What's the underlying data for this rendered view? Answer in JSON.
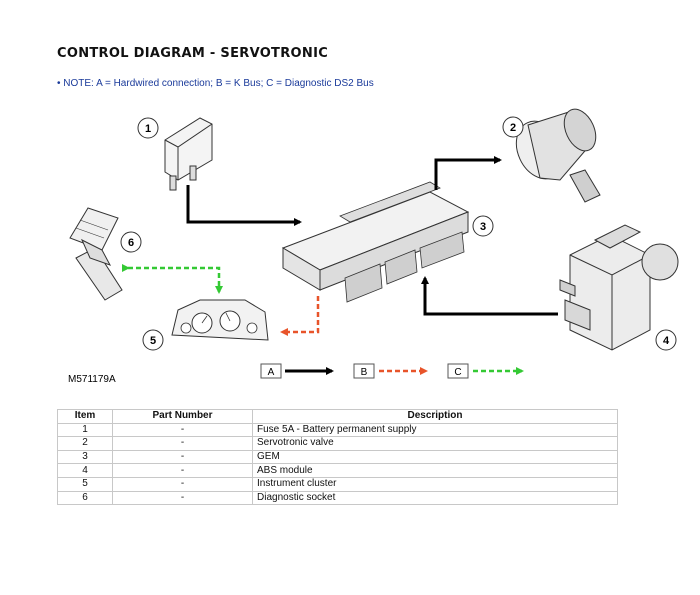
{
  "title": "CONTROL DIAGRAM - SERVOTRONIC",
  "note": "• NOTE: A = Hardwired connection; B = K Bus; C = Diagnostic DS2 Bus",
  "diagram": {
    "callouts": [
      "1",
      "2",
      "3",
      "4",
      "5",
      "6"
    ],
    "reference": "M571179A",
    "legend": [
      {
        "key": "A",
        "color": "#000000"
      },
      {
        "key": "B",
        "color": "#e8542a"
      },
      {
        "key": "C",
        "color": "#34c934"
      }
    ]
  },
  "table": {
    "headers": [
      "Item",
      "Part Number",
      "Description"
    ],
    "rows": [
      [
        "1",
        "-",
        "Fuse 5A - Battery permanent supply"
      ],
      [
        "2",
        "-",
        "Servotronic valve"
      ],
      [
        "3",
        "-",
        "GEM"
      ],
      [
        "4",
        "-",
        "ABS module"
      ],
      [
        "5",
        "-",
        "Instrument cluster"
      ],
      [
        "6",
        "-",
        "Diagnostic socket"
      ]
    ]
  }
}
